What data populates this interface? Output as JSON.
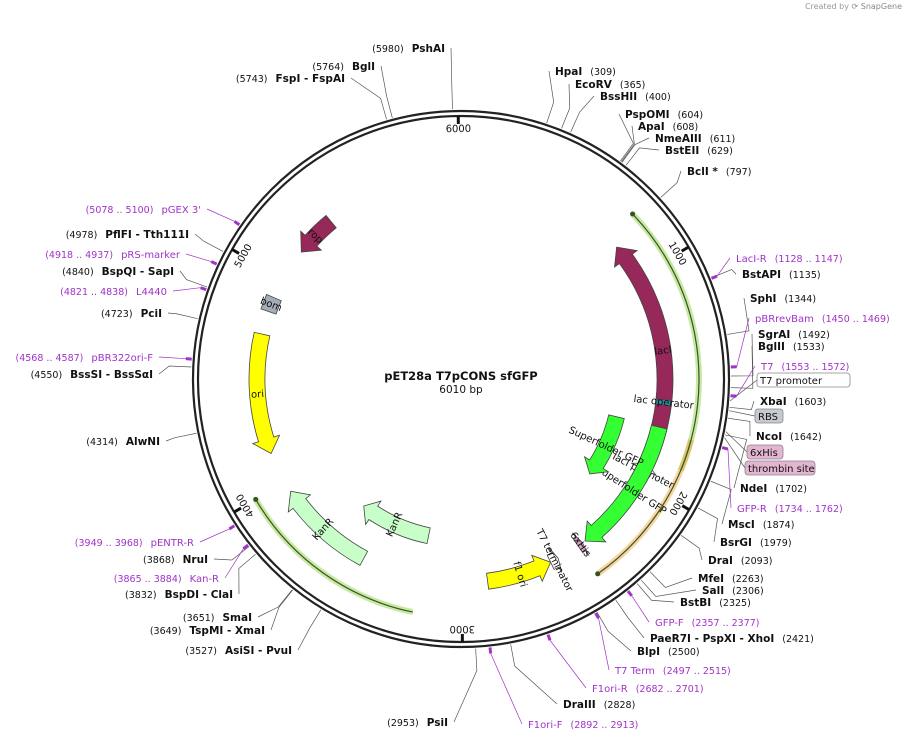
{
  "credit": {
    "created_by": "Created by",
    "brand": "SnapGene"
  },
  "plasmid": {
    "name": "pET28a T7pCONS sfGFP",
    "length_bp": 6010,
    "length_label": "6010 bp"
  },
  "ticks": [
    {
      "bp": 1000,
      "label": "1000"
    },
    {
      "bp": 2000,
      "label": "2000"
    },
    {
      "bp": 3000,
      "label": "3000"
    },
    {
      "bp": 4000,
      "label": "4000"
    },
    {
      "bp": 5000,
      "label": "5000"
    },
    {
      "bp": 6000,
      "label": "6000"
    }
  ],
  "features": [
    {
      "name": "lacI",
      "start": 830,
      "end": 1910,
      "strand": -1,
      "color": "#96285a",
      "ring": "inner",
      "label": "lacI"
    },
    {
      "name": "lacI promoter",
      "start": 1910,
      "end": 1990,
      "strand": -1,
      "color": "#ffffff",
      "ring": "inner",
      "label": "lacI promoter"
    },
    {
      "name": "rop",
      "start": 5150,
      "end": 5350,
      "strand": -1,
      "color": "#96285a",
      "ring": "inner",
      "label": "rop"
    },
    {
      "name": "bom",
      "start": 4830,
      "end": 4900,
      "strand": 0,
      "color": "#a5acb5",
      "ring": "inner",
      "label": "bom"
    },
    {
      "name": "ori",
      "start": 4150,
      "end": 4720,
      "strand": -1,
      "color": "#ffff00",
      "ring": "inner",
      "label": "ori"
    },
    {
      "name": "KanR",
      "start": 3200,
      "end": 3630,
      "strand": 1,
      "color": "#c8ffc8",
      "ring": "mid",
      "label": "KanR"
    },
    {
      "name": "KanR",
      "start": 3480,
      "end": 3950,
      "strand": 1,
      "color": "#c8ffc8",
      "ring": "inner",
      "label": "KanR"
    },
    {
      "name": "f1 ori",
      "start": 2570,
      "end": 2880,
      "strand": -1,
      "color": "#ffff00",
      "ring": "inner",
      "label": "f1 ori"
    },
    {
      "name": "T7 terminator",
      "start": 2530,
      "end": 2570,
      "strand": -1,
      "color": "#ffffff",
      "ring": "inner",
      "label": "T7 terminator"
    },
    {
      "name": "6xHis",
      "start": 2395,
      "end": 2420,
      "strand": -1,
      "color": "#d9a3c6",
      "ring": "inner",
      "label": "6xHis"
    },
    {
      "name": "superfolder GFP",
      "start": 1730,
      "end": 2380,
      "strand": 1,
      "color": "#33ff33",
      "ring": "inner",
      "label": "superfolder GFP"
    },
    {
      "name": "Superfolder GFP",
      "start": 1730,
      "end": 2110,
      "strand": 1,
      "color": "#33ff33",
      "ring": "mid",
      "label": "Superfolder GFP"
    },
    {
      "name": "lac operator",
      "start": 1600,
      "end": 1625,
      "strand": 0,
      "color": "#2e8b9e",
      "ring": "inner",
      "label": "lac operator"
    }
  ],
  "outer_arcs": [
    {
      "name": "lacI-ORF-highlight",
      "start": 770,
      "end": 1880,
      "strand": -1,
      "color": "#88cc33"
    },
    {
      "name": "KanR-highlight",
      "start": 3200,
      "end": 4000,
      "strand": 1,
      "color": "#88cc33"
    },
    {
      "name": "sfGFP-highlight",
      "start": 1750,
      "end": 2420,
      "strand": 1,
      "color": "#f0a030"
    }
  ],
  "sites": [
    {
      "name": "PshAI",
      "pos": "(5980)"
    },
    {
      "name": "BglI",
      "pos": "(5764)"
    },
    {
      "name": "FspI - FspAI",
      "pos": "(5743)"
    },
    {
      "name": "HpaI",
      "pos": "(309)"
    },
    {
      "name": "EcoRV",
      "pos": "(365)"
    },
    {
      "name": "BssHII",
      "pos": "(400)"
    },
    {
      "name": "PspOMI",
      "pos": "(604)"
    },
    {
      "name": "ApaI",
      "pos": "(608)"
    },
    {
      "name": "NmeAIII",
      "pos": "(611)"
    },
    {
      "name": "BstEII",
      "pos": "(629)"
    },
    {
      "name": "BclI *",
      "pos": "(797)"
    },
    {
      "name": "BstAPI",
      "pos": "(1135)"
    },
    {
      "name": "SphI",
      "pos": "(1344)"
    },
    {
      "name": "SgrAI",
      "pos": "(1492)"
    },
    {
      "name": "BglII",
      "pos": "(1533)"
    },
    {
      "name": "XbaI",
      "pos": "(1603)"
    },
    {
      "name": "NcoI",
      "pos": "(1642)"
    },
    {
      "name": "NdeI",
      "pos": "(1702)"
    },
    {
      "name": "MscI",
      "pos": "(1874)"
    },
    {
      "name": "BsrGI",
      "pos": "(1979)"
    },
    {
      "name": "DraI",
      "pos": "(2093)"
    },
    {
      "name": "MfeI",
      "pos": "(2263)"
    },
    {
      "name": "SalI",
      "pos": "(2306)"
    },
    {
      "name": "BstBI",
      "pos": "(2325)"
    },
    {
      "name": "PaeR7I - PspXI - XhoI",
      "pos": "(2421)"
    },
    {
      "name": "BlpI",
      "pos": "(2500)"
    },
    {
      "name": "DraIII",
      "pos": "(2828)"
    },
    {
      "name": "PsiI",
      "pos": "(2953)"
    },
    {
      "name": "AsiSI - PvuI",
      "pos": "(3527)"
    },
    {
      "name": "TspMI - XmaI",
      "pos": "(3649)"
    },
    {
      "name": "SmaI",
      "pos": "(3651)"
    },
    {
      "name": "BspDI - ClaI",
      "pos": "(3832)"
    },
    {
      "name": "NruI",
      "pos": "(3868)"
    },
    {
      "name": "AlwNI",
      "pos": "(4314)"
    },
    {
      "name": "BssSI - BssSαI",
      "pos": "(4550)"
    },
    {
      "name": "PciI",
      "pos": "(4723)"
    },
    {
      "name": "BspQI - SapI",
      "pos": "(4840)"
    },
    {
      "name": "PflFI - Tth111I",
      "pos": "(4978)"
    }
  ],
  "primers": [
    {
      "name": "LacI-R",
      "range": "(1128 .. 1147)"
    },
    {
      "name": "pBRrevBam",
      "range": "(1450 .. 1469)"
    },
    {
      "name": "T7",
      "range": "(1553 .. 1572)"
    },
    {
      "name": "GFP-R",
      "range": "(1734 .. 1762)"
    },
    {
      "name": "GFP-F",
      "range": "(2357 .. 2377)"
    },
    {
      "name": "T7 Term",
      "range": "(2497 .. 2515)"
    },
    {
      "name": "F1ori-R",
      "range": "(2682 .. 2701)"
    },
    {
      "name": "F1ori-F",
      "range": "(2892 .. 2913)"
    },
    {
      "name": "pENTR-R",
      "range": "(3949 .. 3968)"
    },
    {
      "name": "Kan-R",
      "range": "(3865 .. 3884)"
    },
    {
      "name": "pBR322ori-F",
      "range": "(4568 .. 4587)"
    },
    {
      "name": "L4440",
      "range": "(4821 .. 4838)"
    },
    {
      "name": "pRS-marker",
      "range": "(4918 .. 4937)"
    },
    {
      "name": "pGEX 3'",
      "range": "(5078 .. 5100)"
    }
  ],
  "boxed_features": [
    {
      "name": "T7 promoter",
      "fill": "#ffffff",
      "border": "#888888"
    },
    {
      "name": "RBS",
      "fill": "#c6c9d1",
      "border": "#888888"
    },
    {
      "name": "6xHis",
      "fill": "#e3b5d0",
      "border": "#888888"
    },
    {
      "name": "thrombin site",
      "fill": "#e3b5d0",
      "border": "#888888"
    }
  ]
}
